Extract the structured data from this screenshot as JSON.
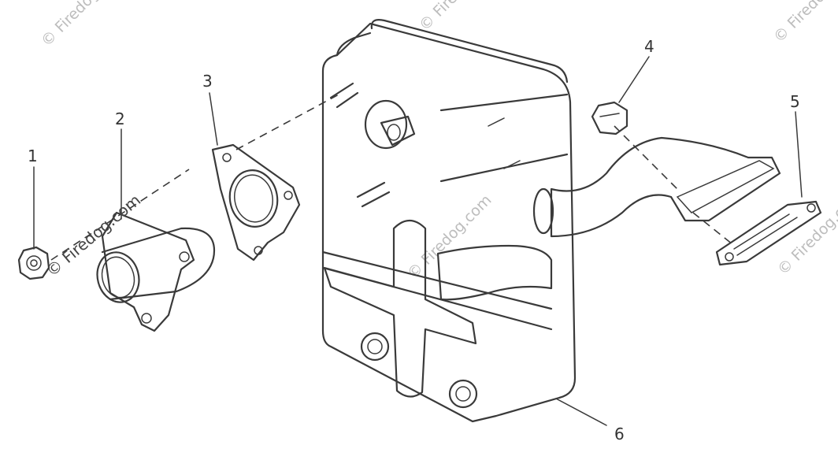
{
  "callouts": [
    "1",
    "2",
    "3",
    "4",
    "5",
    "6"
  ],
  "watermark": {
    "text": "© Firedog.com",
    "overlay_text": "© Firedog.com"
  }
}
